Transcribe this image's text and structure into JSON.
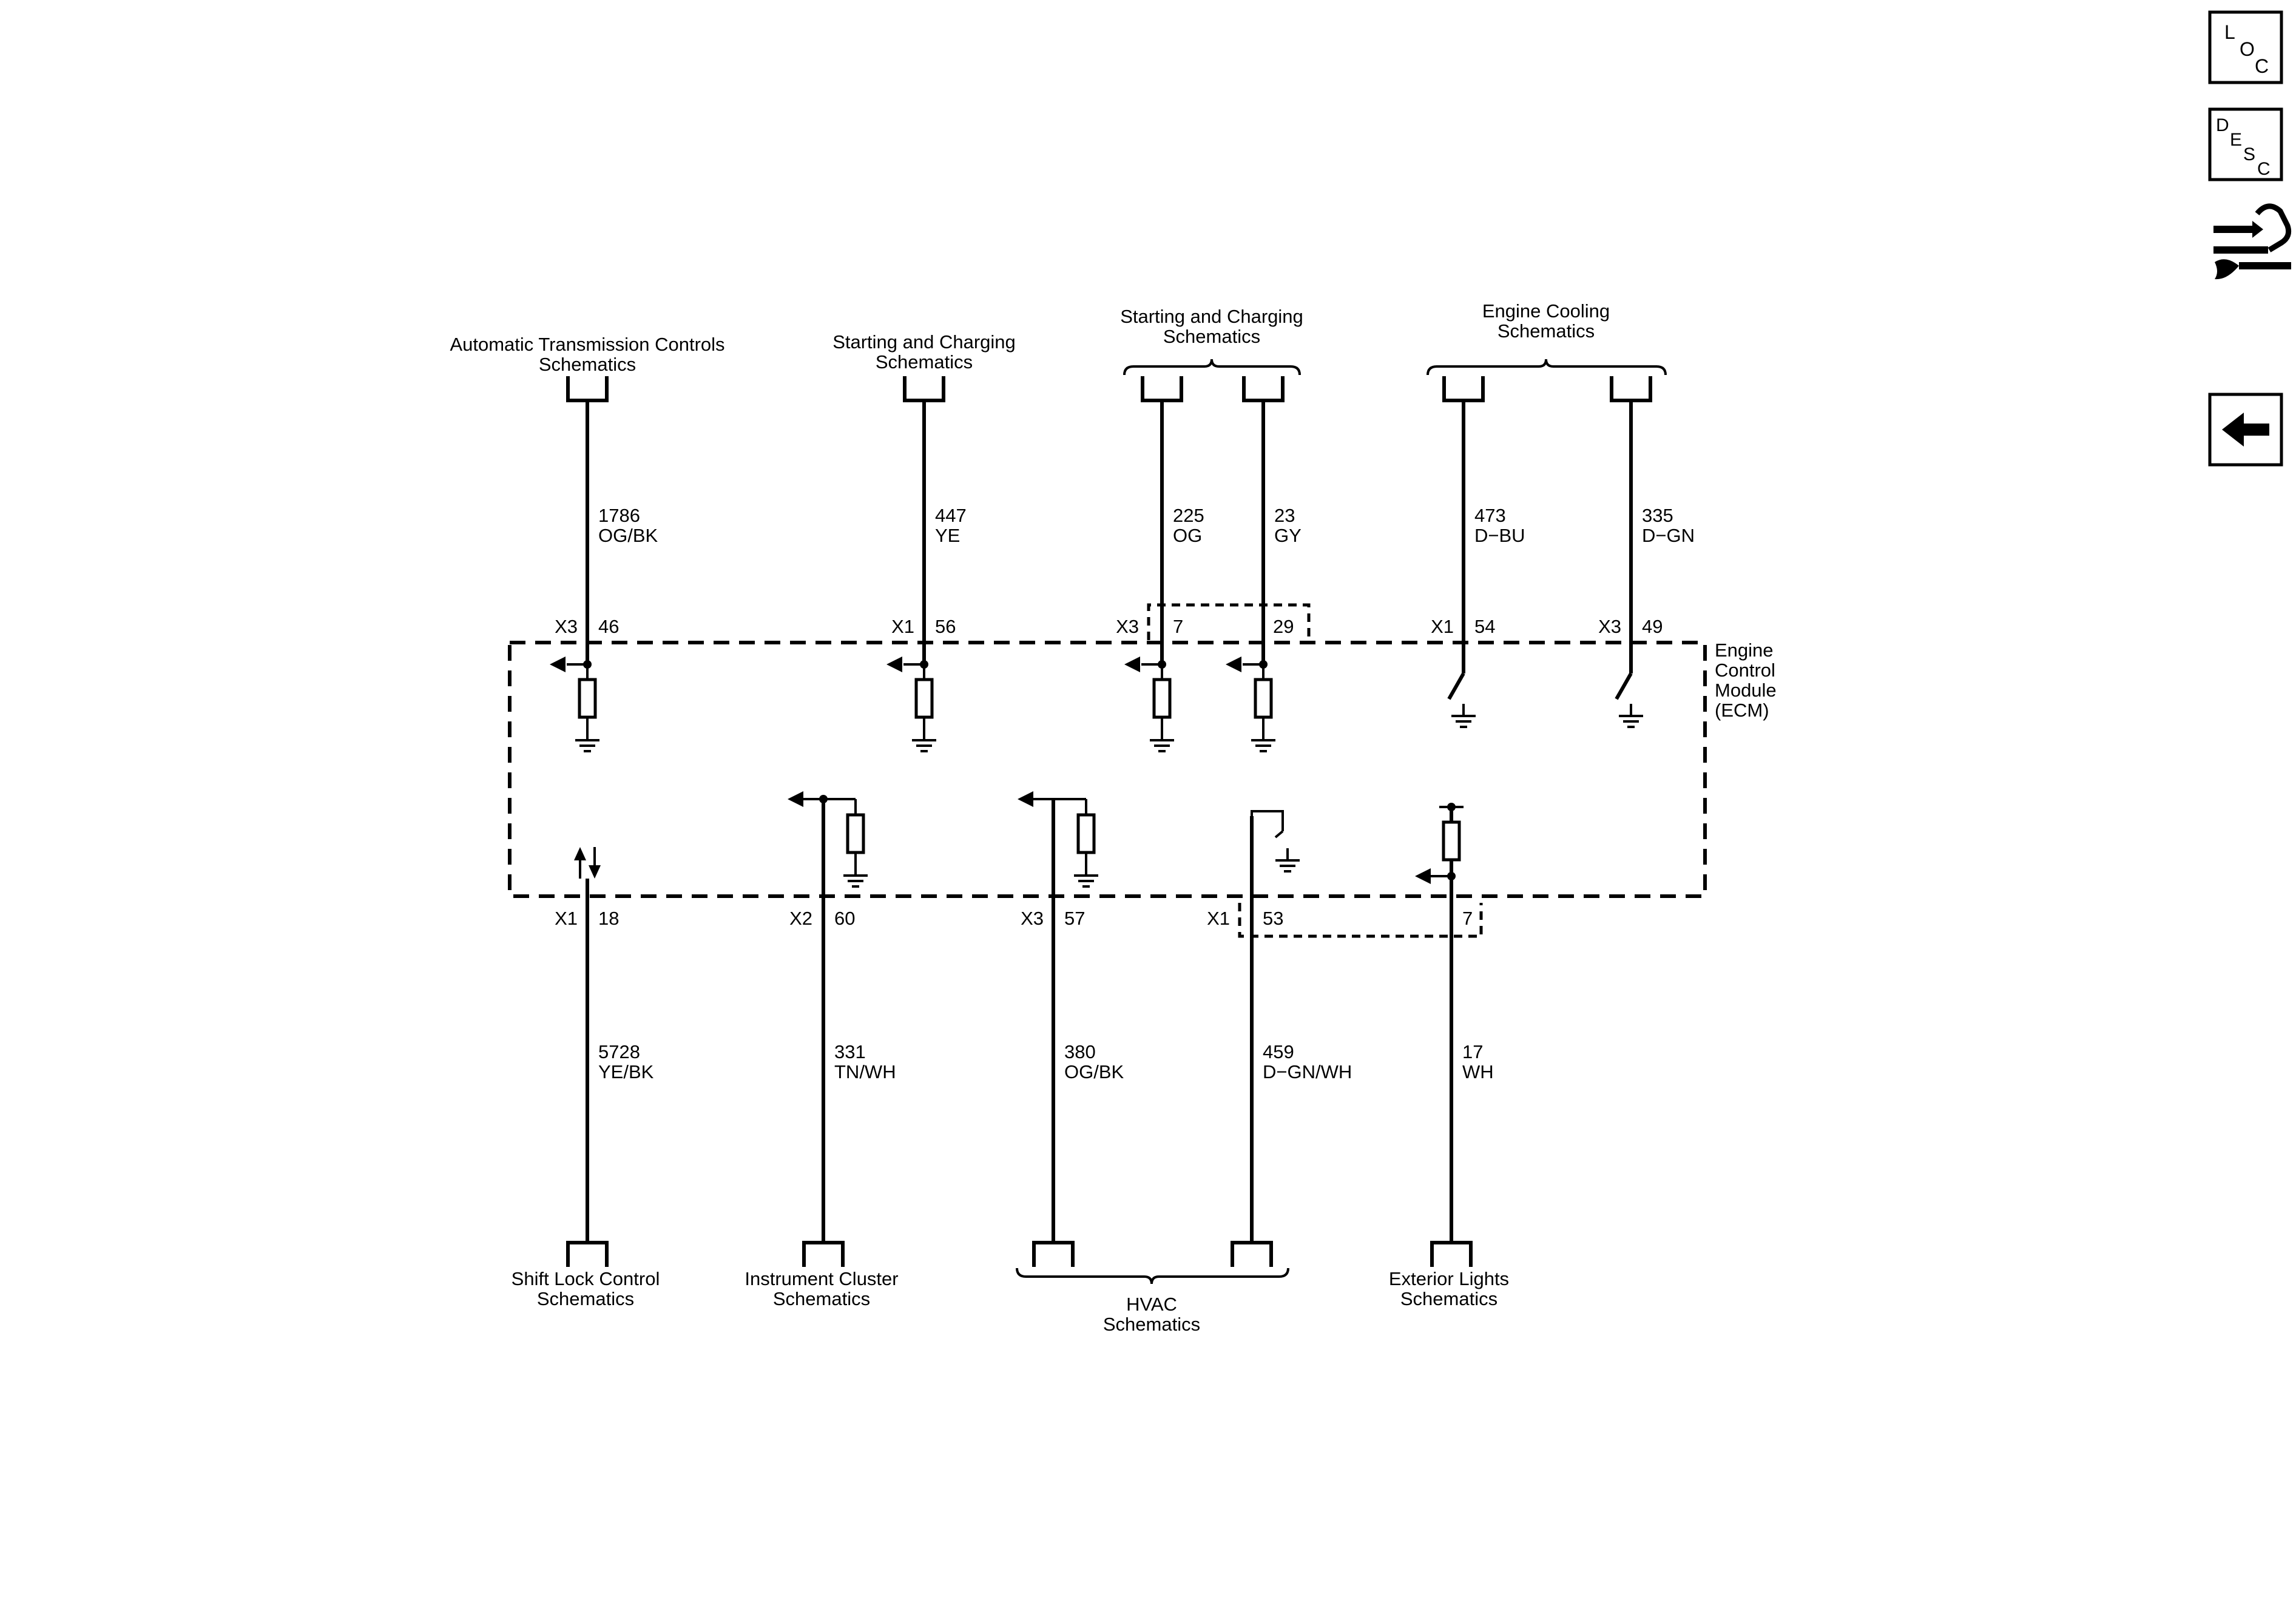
{
  "module": {
    "line1": "Engine",
    "line2": "Control",
    "line3": "Module",
    "line4": "(ECM)"
  },
  "top_dest": {
    "atc": {
      "line1": "Automatic Transmission Controls",
      "line2": "Schematics"
    },
    "sc1": {
      "line1": "Starting and Charging",
      "line2": "Schematics"
    },
    "sc2": {
      "line1": "Starting and Charging",
      "line2": "Schematics"
    },
    "ec": {
      "line1": "Engine Cooling",
      "line2": "Schematics"
    }
  },
  "bottom_dest": {
    "slc": {
      "line1": "Shift Lock Control",
      "line2": "Schematics"
    },
    "ic": {
      "line1": "Instrument Cluster",
      "line2": "Schematics"
    },
    "hvac": {
      "line1": "HVAC",
      "line2": "Schematics"
    },
    "el": {
      "line1": "Exterior Lights",
      "line2": "Schematics"
    }
  },
  "top_circuits": [
    {
      "circuit": "1786",
      "color": "OG/BK",
      "connector": "X3",
      "pin": "46"
    },
    {
      "circuit": "447",
      "color": "YE",
      "connector": "X1",
      "pin": "56"
    },
    {
      "circuit": "225",
      "color": "OG",
      "connector": "X3",
      "pin": "7"
    },
    {
      "circuit": "23",
      "color": "GY",
      "connector": "",
      "pin": "29"
    },
    {
      "circuit": "473",
      "color": "D−BU",
      "connector": "X1",
      "pin": "54"
    },
    {
      "circuit": "335",
      "color": "D−GN",
      "connector": "X3",
      "pin": "49"
    }
  ],
  "bottom_circuits": [
    {
      "circuit": "5728",
      "color": "YE/BK",
      "connector": "X1",
      "pin": "18"
    },
    {
      "circuit": "331",
      "color": "TN/WH",
      "connector": "X2",
      "pin": "60"
    },
    {
      "circuit": "380",
      "color": "OG/BK",
      "connector": "X3",
      "pin": "57"
    },
    {
      "circuit": "459",
      "color": "D−GN/WH",
      "connector": "X1",
      "pin": "53"
    },
    {
      "circuit": "17",
      "color": "WH",
      "connector": "",
      "pin": "7"
    }
  ],
  "nav": {
    "loc": {
      "l1": "L",
      "l2": "O",
      "l3": "C",
      "icon": "location-icon"
    },
    "desc": {
      "l1": "D",
      "l2": "E",
      "l3": "S",
      "l4": "C",
      "icon": "description-icon"
    },
    "repair": {
      "icon": "connector-repair-icon"
    },
    "back": {
      "icon": "back-arrow-icon"
    }
  }
}
